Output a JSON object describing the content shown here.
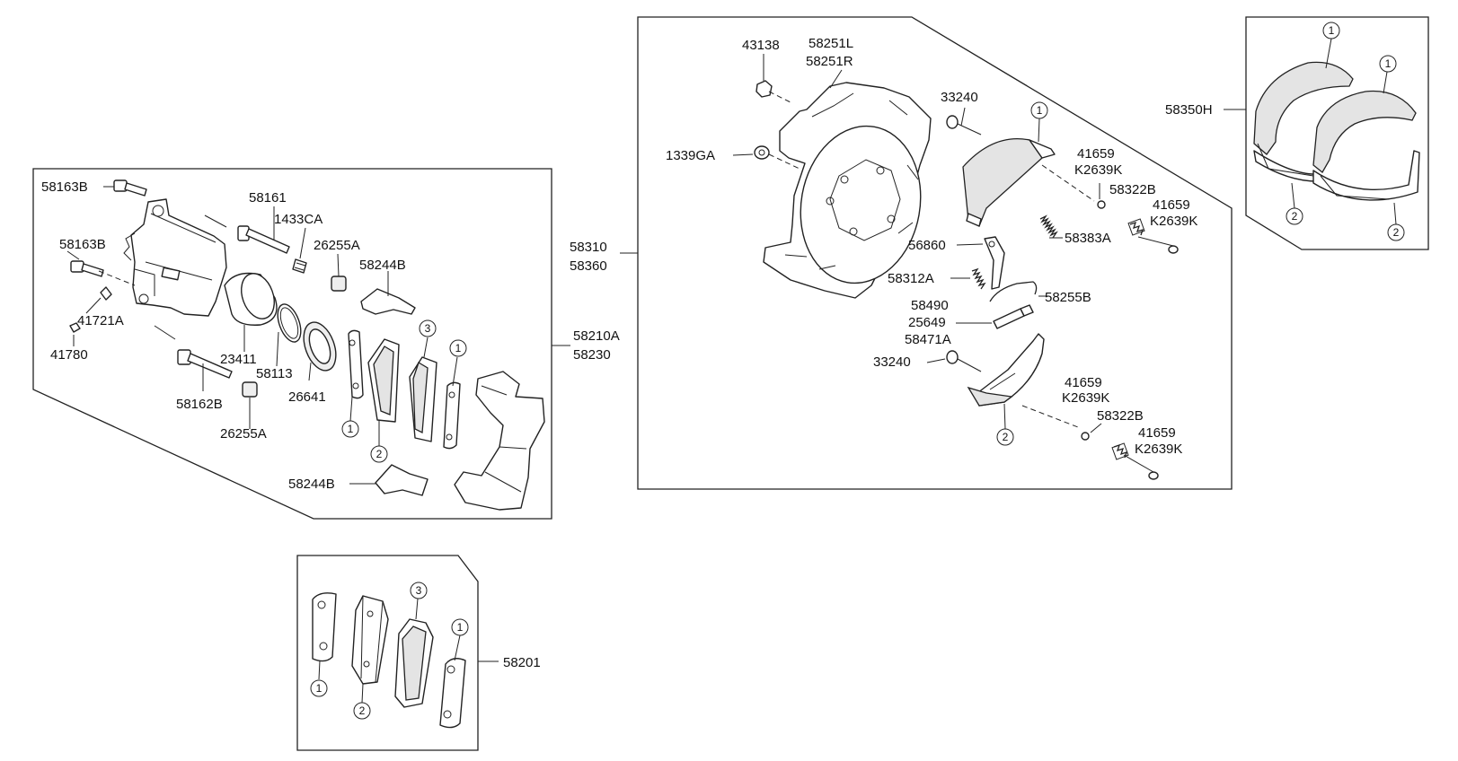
{
  "labels": {
    "l43138": "43138",
    "l58251L": "58251L",
    "l58251R": "58251R",
    "l33240a": "33240",
    "l1339GA": "1339GA",
    "l41659a": "41659",
    "lK2639Ka": "K2639K",
    "l58322Ba": "58322B",
    "l41659b": "41659",
    "lK2639Kb": "K2639K",
    "l58383A": "58383A",
    "l56860": "56860",
    "l58312A": "58312A",
    "l58255B": "58255B",
    "l58490": "58490",
    "l25649": "25649",
    "l58471A": "58471A",
    "l33240b": "33240",
    "l41659c": "41659",
    "lK2639Kc": "K2639K",
    "l58322Bb": "58322B",
    "l41659d": "41659",
    "lK2639Kd": "K2639K",
    "l58310": "58310",
    "l58360": "58360",
    "l58350H": "58350H",
    "l58163Ba": "58163B",
    "l58163Bb": "58163B",
    "l58161": "58161",
    "l1433CA": "1433CA",
    "l26255Aa": "26255A",
    "l58244Ba": "58244B",
    "l41721A": "41721A",
    "l41780": "41780",
    "l23411": "23411",
    "l58113": "58113",
    "l26641": "26641",
    "l58162B": "58162B",
    "l26255Ab": "26255A",
    "l58244Bb": "58244B",
    "l58210A": "58210A",
    "l58230": "58230",
    "l58201": "58201"
  },
  "markers": {
    "m1": "1",
    "m2": "2",
    "m3": "3"
  }
}
